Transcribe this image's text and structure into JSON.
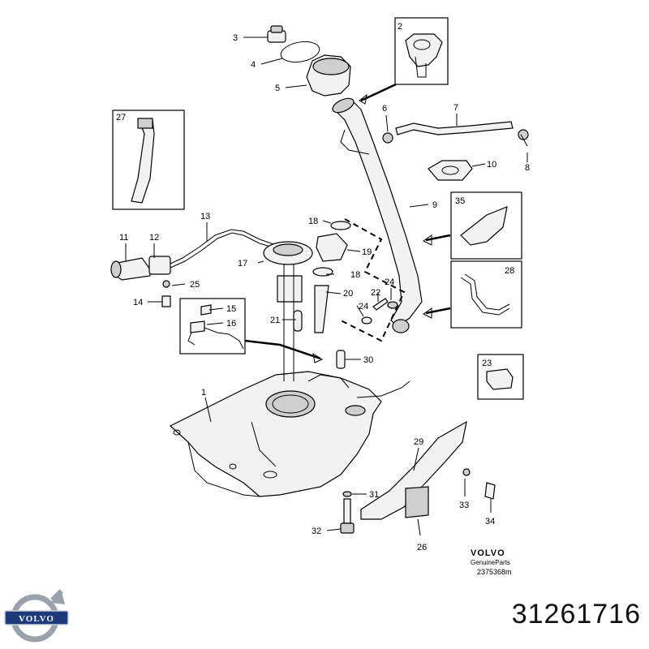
{
  "callouts": [
    "1",
    "2",
    "3",
    "4",
    "5",
    "6",
    "7",
    "8",
    "9",
    "10",
    "11",
    "12",
    "13",
    "14",
    "15",
    "16",
    "17",
    "18",
    "18",
    "19",
    "20",
    "21",
    "22",
    "23",
    "24",
    "24",
    "25",
    "26",
    "27",
    "28",
    "29",
    "30",
    "31",
    "32",
    "33",
    "34",
    "35"
  ],
  "brand": {
    "name": "VOLVO",
    "sub": "GenuineParts",
    "code": "2375368m",
    "logo_text": "VOLVO"
  },
  "part_number": "31261716",
  "colors": {
    "line": "#000000",
    "fill": "#f2f2f2",
    "logo_blue": "#1f3a7a",
    "logo_steel": "#9aa3ad"
  }
}
